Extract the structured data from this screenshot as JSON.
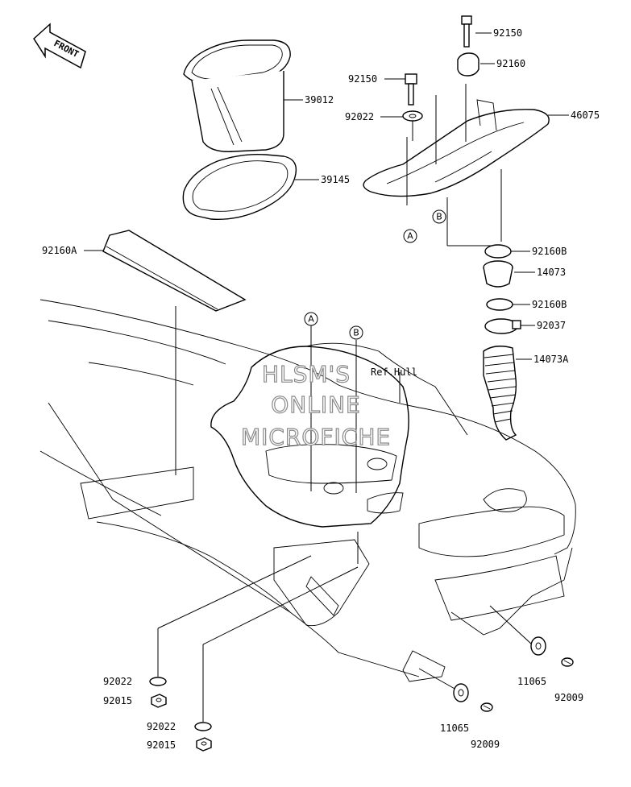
{
  "front_label": "FRONT",
  "watermark": {
    "line1": "HLSM'S",
    "line2": "ONLINE",
    "line3": "MICROFICHE"
  },
  "hull_reference": "Ref.Hull",
  "callouts": {
    "A": "A",
    "B": "B"
  },
  "parts": [
    {
      "id": "p92150_top",
      "number": "92150"
    },
    {
      "id": "p92160",
      "number": "92160"
    },
    {
      "id": "p92150_mid",
      "number": "92150"
    },
    {
      "id": "p39012",
      "number": "39012"
    },
    {
      "id": "p92022_top",
      "number": "92022"
    },
    {
      "id": "p46075",
      "number": "46075"
    },
    {
      "id": "p39145",
      "number": "39145"
    },
    {
      "id": "p92160A",
      "number": "92160A"
    },
    {
      "id": "p92160B_1",
      "number": "92160B"
    },
    {
      "id": "p14073",
      "number": "14073"
    },
    {
      "id": "p92160B_2",
      "number": "92160B"
    },
    {
      "id": "p92037",
      "number": "92037"
    },
    {
      "id": "p14073A",
      "number": "14073A"
    },
    {
      "id": "p92022_a",
      "number": "92022"
    },
    {
      "id": "p92015_a",
      "number": "92015"
    },
    {
      "id": "p92022_b",
      "number": "92022"
    },
    {
      "id": "p92015_b",
      "number": "92015"
    },
    {
      "id": "p11065_r",
      "number": "11065"
    },
    {
      "id": "p92009_r",
      "number": "92009"
    },
    {
      "id": "p11065_c",
      "number": "11065"
    },
    {
      "id": "p92009_c",
      "number": "92009"
    }
  ]
}
